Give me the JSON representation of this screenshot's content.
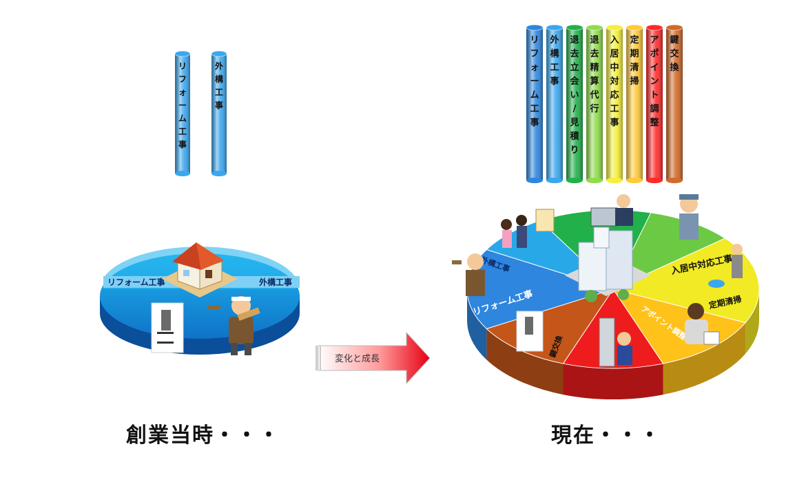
{
  "left": {
    "pillars": [
      {
        "label": "リフォーム工事",
        "color": "#3aa7ee"
      },
      {
        "label": "外構工事",
        "color": "#3aa7ee"
      }
    ],
    "pie_labels": {
      "reform": "リフォーム工事",
      "exterior": "外構工事"
    },
    "caption": "創業当時・・・"
  },
  "arrow": {
    "label": "変化と成長"
  },
  "right": {
    "pillars": [
      {
        "label": "リフォーム工事",
        "color": "#2e86de"
      },
      {
        "label": "外構工事",
        "color": "#3aa7ee"
      },
      {
        "label": "退去立会い/見積り",
        "color": "#22b04a"
      },
      {
        "label": "退去精算代行",
        "color": "#8fdc4a"
      },
      {
        "label": "入居中対応工事",
        "color": "#f5f03a"
      },
      {
        "label": "定期清掃",
        "color": "#ffc93a"
      },
      {
        "label": "アポイント調整",
        "color": "#ff2a2a"
      },
      {
        "label": "鍵交換",
        "color": "#d26a28"
      }
    ],
    "segments": [
      {
        "label": "リフォーム工事",
        "color": "#2e86de"
      },
      {
        "label": "外構工事",
        "color": "#29a8e8"
      },
      {
        "label": "",
        "color": "#22b04a"
      },
      {
        "label": "",
        "color": "#6cc944"
      },
      {
        "label": "入居中対応工事",
        "color": "#f2ea24"
      },
      {
        "label": "定期清掃",
        "color": "#ffc21a"
      },
      {
        "label": "アポイント調整",
        "color": "#ee1c1c"
      },
      {
        "label": "鍵交換",
        "color": "#c4561a"
      }
    ],
    "caption": "現在・・・"
  }
}
